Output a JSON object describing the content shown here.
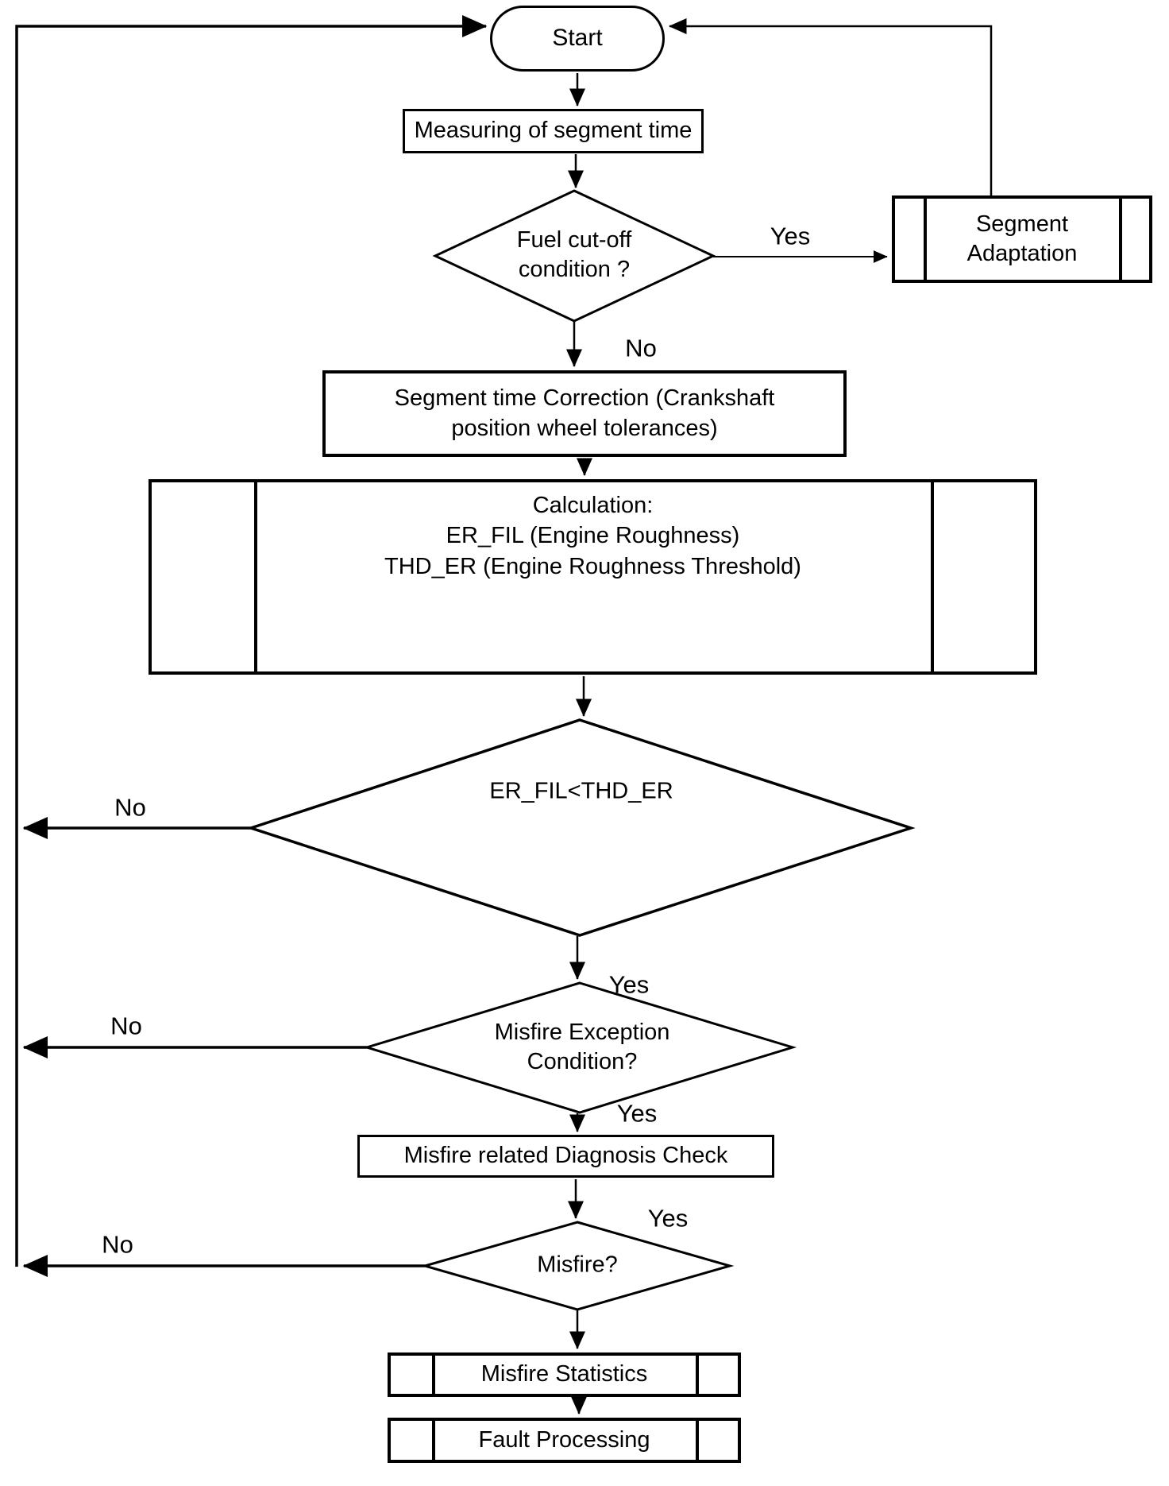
{
  "flowchart": {
    "colors": {
      "ink": "#000000",
      "background": "#ffffff"
    },
    "nodes": {
      "start": {
        "type": "terminator",
        "label": "Start"
      },
      "measuring": {
        "type": "process",
        "label": "Measuring of segment time"
      },
      "fuel_cutoff": {
        "type": "decision",
        "label": "Fuel cut-off\ncondition ?"
      },
      "segment_adaptation": {
        "type": "predefined-process",
        "label": "Segment\nAdaptation"
      },
      "segment_correction": {
        "type": "process",
        "label": "Segment time Correction (Crankshaft\nposition wheel tolerances)"
      },
      "calculation": {
        "type": "predefined-process",
        "label": "Calculation:\nER_FIL (Engine Roughness)\nTHD_ER (Engine Roughness Threshold)"
      },
      "er_compare": {
        "type": "decision",
        "label": "ER_FIL<THD_ER"
      },
      "misfire_exception": {
        "type": "decision",
        "label": "Misfire Exception\nCondition?"
      },
      "diagnosis_check": {
        "type": "process",
        "label": "Misfire related Diagnosis Check"
      },
      "misfire": {
        "type": "decision",
        "label": "Misfire?"
      },
      "misfire_statistics": {
        "type": "predefined-process",
        "label": "Misfire Statistics"
      },
      "fault_processing": {
        "type": "predefined-process",
        "label": "Fault Processing"
      }
    },
    "edge_labels": {
      "fuel_yes": "Yes",
      "fuel_no": "No",
      "er_no": "No",
      "er_yes": "Yes",
      "exception_no": "No",
      "exception_yes": "Yes",
      "misfire_yes": "Yes",
      "misfire_no": "No"
    }
  }
}
